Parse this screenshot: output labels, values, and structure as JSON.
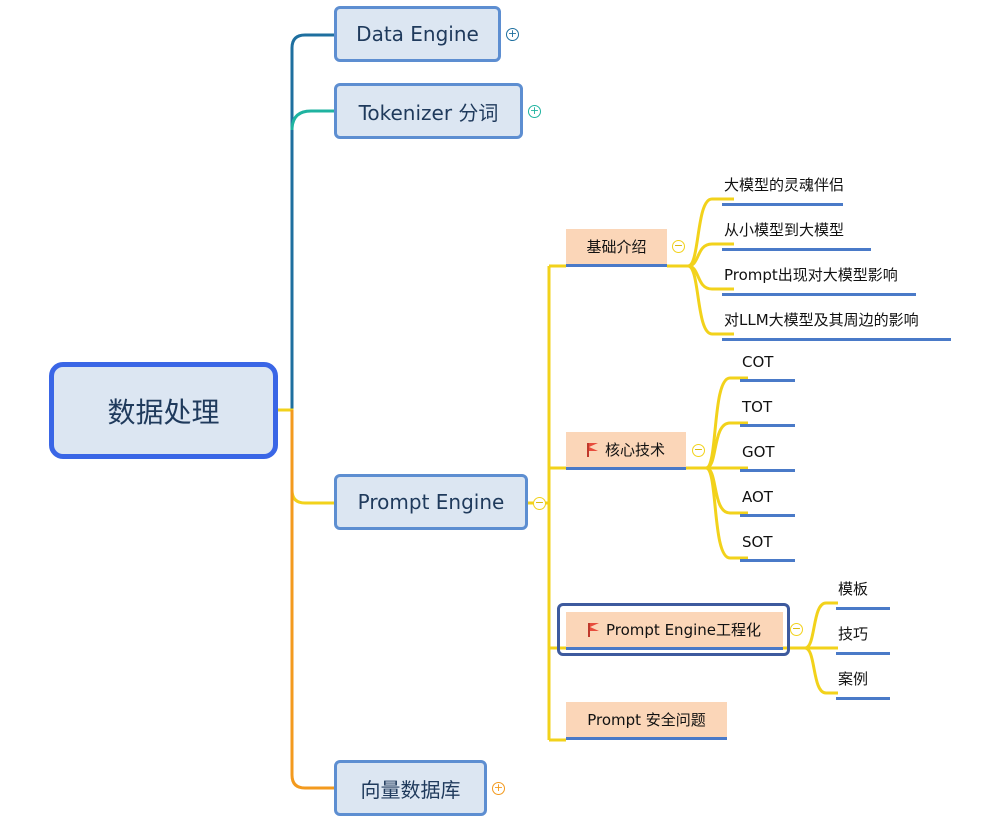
{
  "root": {
    "label": "数据处理"
  },
  "branches": {
    "data_engine": {
      "label": "Data Engine",
      "toggle": "+"
    },
    "tokenizer": {
      "label": "Tokenizer 分词",
      "toggle": "+"
    },
    "prompt_engine": {
      "label": "Prompt Engine",
      "toggle": "−"
    },
    "vector_db": {
      "label": "向量数据库",
      "toggle": "+"
    }
  },
  "prompt": {
    "basic": {
      "label": "基础介绍",
      "toggle": "−",
      "items": [
        "大模型的灵魂伴侣",
        "从小模型到大模型",
        "Prompt出现对大模型影响",
        "对LLM大模型及其周边的影响"
      ]
    },
    "core": {
      "label": "核心技术",
      "toggle": "−",
      "flag": "flag-icon",
      "items": [
        "COT",
        "TOT",
        "GOT",
        "AOT",
        "SOT"
      ]
    },
    "engineering": {
      "label": "Prompt Engine工程化",
      "toggle": "−",
      "flag": "flag-icon",
      "items": [
        "模板",
        "技巧",
        "案例"
      ]
    },
    "security": {
      "label": "Prompt 安全问题"
    }
  },
  "colors": {
    "data_engine_line": "#1e6f9f",
    "tokenizer_line": "#1fb3a0",
    "prompt_line": "#f2d21b",
    "vector_line": "#f39a1e",
    "flag": "#e74c3c"
  }
}
